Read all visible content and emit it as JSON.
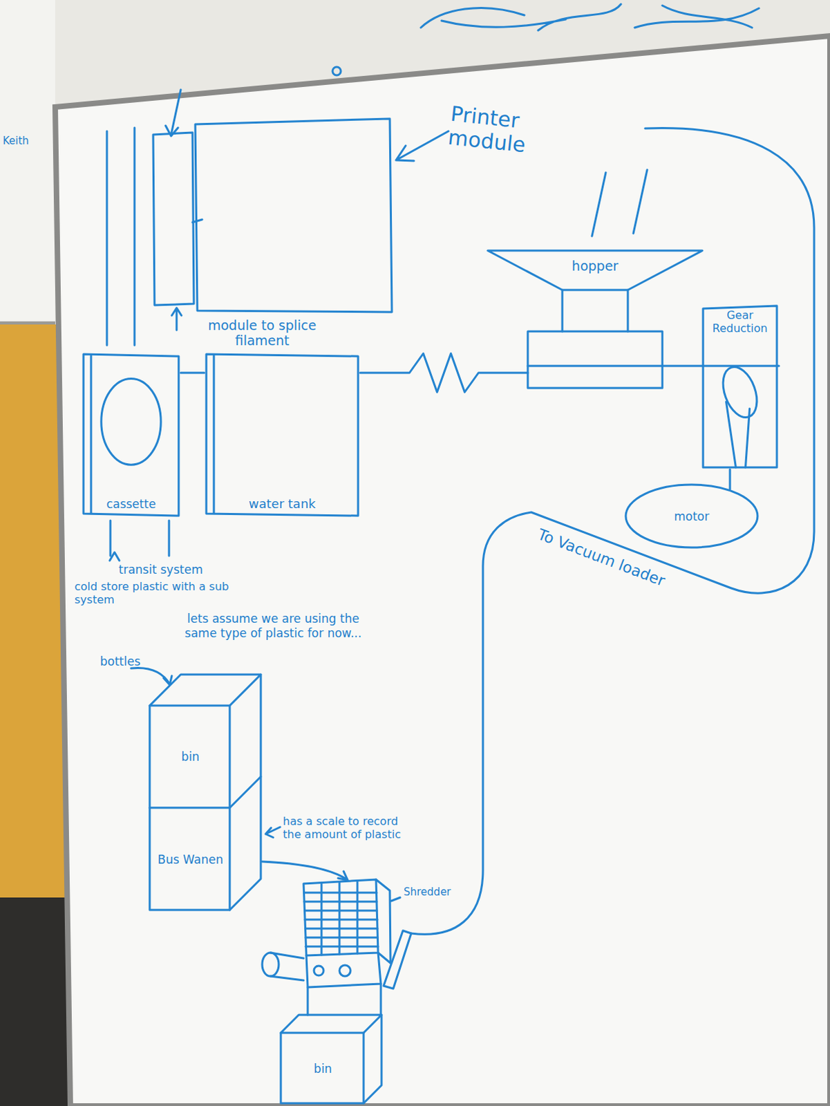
{
  "diagram": {
    "nodes": [
      {
        "text": [
          "hopper"
        ]
      },
      {
        "text": [
          "Gear Reduction"
        ]
      },
      {
        "text": [
          "cassette"
        ]
      },
      {
        "text": [
          "water tank"
        ]
      },
      {
        "text": [
          "motor"
        ]
      },
      {
        "text": [
          "bin",
          "Bus Wanen"
        ]
      },
      {
        "text": [
          "bin"
        ]
      }
    ],
    "edges": [
      {
        "from": 2,
        "to": 3,
        "arrow": "none"
      },
      {
        "from": 3,
        "to": 0,
        "arrow": "none"
      },
      {
        "from": 0,
        "to": 1,
        "arrow": "none"
      },
      {
        "from": 1,
        "to": 4,
        "arrow": "none"
      }
    ],
    "labels": [
      "Printer module",
      "Keith",
      "module to splice filament",
      "To Vacuum loader",
      "transit system",
      "cold store plastic with a sub system",
      "lets assume we are using the same type of plastic for now...",
      "bottles",
      "has a scale to record the amount of plastic",
      "Shredder"
    ]
  }
}
